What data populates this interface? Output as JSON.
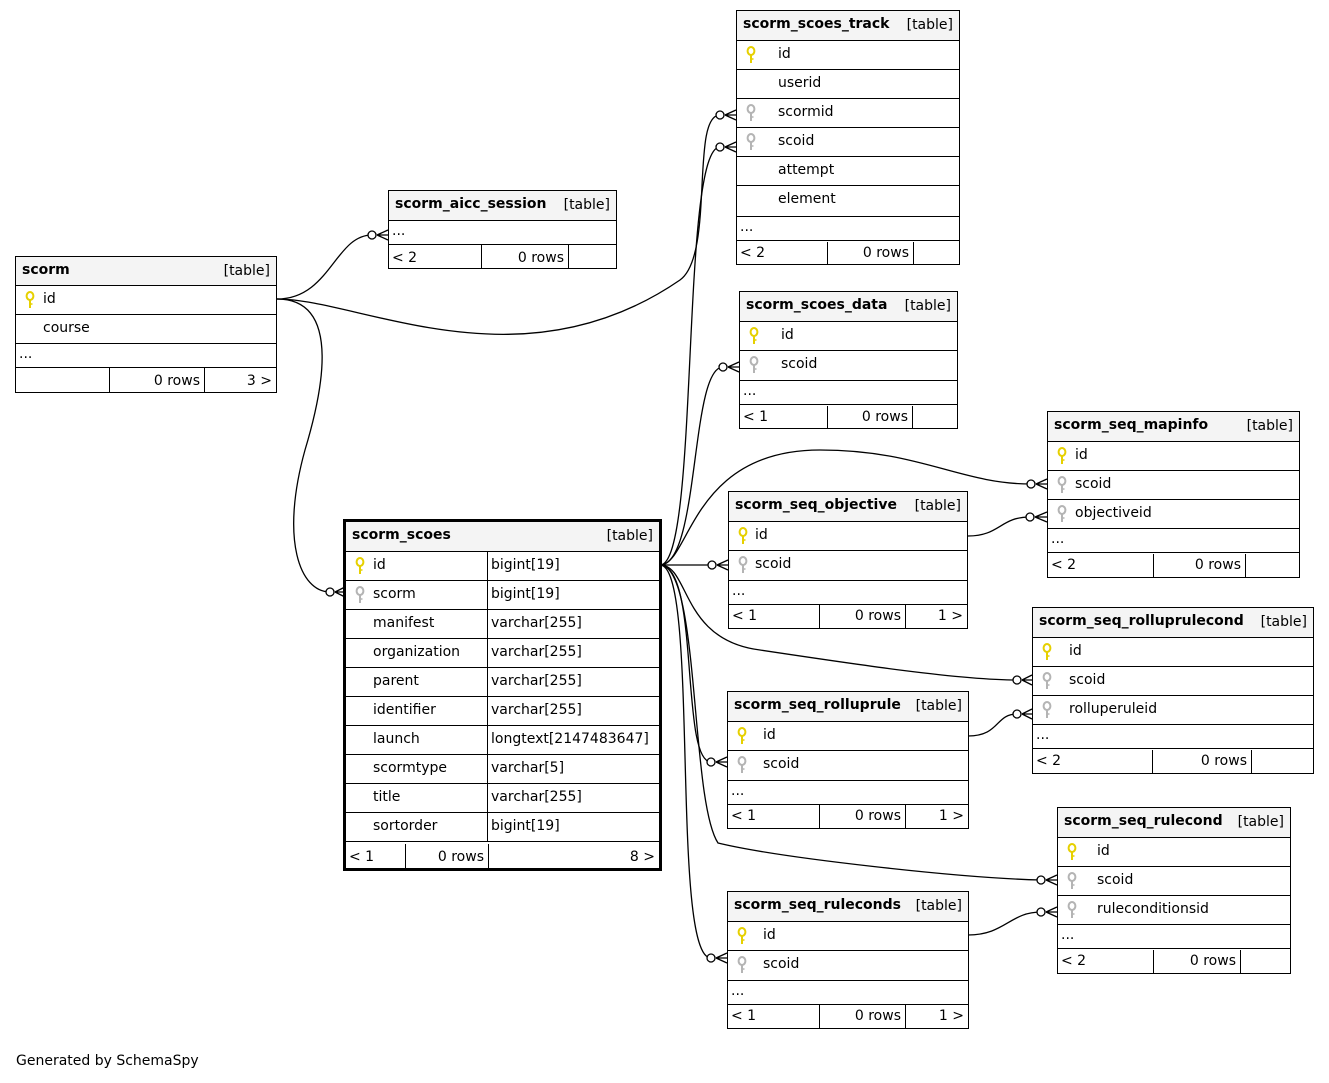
{
  "colors": {
    "primary_key": "#e6d000",
    "foreign_key": "#b4b4b4",
    "header_bg": "#f4f4f4",
    "line": "#000000"
  },
  "footer": "Generated by SchemaSpy",
  "tables": {
    "scorm": {
      "name": "scorm",
      "tag": "[table]",
      "columns": [
        {
          "name": "id",
          "key": "pk"
        },
        {
          "name": "course",
          "key": ""
        }
      ],
      "more": "...",
      "footer": [
        "",
        "0 rows",
        "3 >"
      ]
    },
    "scorm_aicc_session": {
      "name": "scorm_aicc_session",
      "tag": "[table]",
      "columns": [],
      "more": "...",
      "footer": [
        "< 2",
        "0 rows",
        ""
      ]
    },
    "scorm_scoes_track": {
      "name": "scorm_scoes_track",
      "tag": "[table]",
      "columns": [
        {
          "name": "id",
          "key": "pk"
        },
        {
          "name": "userid",
          "key": ""
        },
        {
          "name": "scormid",
          "key": "fk"
        },
        {
          "name": "scoid",
          "key": "fk"
        },
        {
          "name": "attempt",
          "key": ""
        },
        {
          "name": "element",
          "key": ""
        }
      ],
      "more": "...",
      "footer": [
        "< 2",
        "0 rows",
        ""
      ]
    },
    "scorm_scoes_data": {
      "name": "scorm_scoes_data",
      "tag": "[table]",
      "columns": [
        {
          "name": "id",
          "key": "pk"
        },
        {
          "name": "scoid",
          "key": "fk"
        }
      ],
      "more": "...",
      "footer": [
        "< 1",
        "0 rows",
        ""
      ]
    },
    "scorm_scoes": {
      "name": "scorm_scoes",
      "tag": "[table]",
      "columns": [
        {
          "name": "id",
          "key": "pk",
          "type": "bigint[19]"
        },
        {
          "name": "scorm",
          "key": "fk",
          "type": "bigint[19]"
        },
        {
          "name": "manifest",
          "key": "",
          "type": "varchar[255]"
        },
        {
          "name": "organization",
          "key": "",
          "type": "varchar[255]"
        },
        {
          "name": "parent",
          "key": "",
          "type": "varchar[255]"
        },
        {
          "name": "identifier",
          "key": "",
          "type": "varchar[255]"
        },
        {
          "name": "launch",
          "key": "",
          "type": "longtext[2147483647]"
        },
        {
          "name": "scormtype",
          "key": "",
          "type": "varchar[5]"
        },
        {
          "name": "title",
          "key": "",
          "type": "varchar[255]"
        },
        {
          "name": "sortorder",
          "key": "",
          "type": "bigint[19]"
        }
      ],
      "footer": [
        "< 1",
        "0 rows",
        "8 >"
      ]
    },
    "scorm_seq_mapinfo": {
      "name": "scorm_seq_mapinfo",
      "tag": "[table]",
      "columns": [
        {
          "name": "id",
          "key": "pk"
        },
        {
          "name": "scoid",
          "key": "fk"
        },
        {
          "name": "objectiveid",
          "key": "fk"
        }
      ],
      "more": "...",
      "footer": [
        "< 2",
        "0 rows",
        ""
      ]
    },
    "scorm_seq_objective": {
      "name": "scorm_seq_objective",
      "tag": "[table]",
      "columns": [
        {
          "name": "id",
          "key": "pk"
        },
        {
          "name": "scoid",
          "key": "fk"
        }
      ],
      "more": "...",
      "footer": [
        "< 1",
        "0 rows",
        "1 >"
      ]
    },
    "scorm_seq_rolluprulecond": {
      "name": "scorm_seq_rolluprulecond",
      "tag": "[table]",
      "columns": [
        {
          "name": "id",
          "key": "pk"
        },
        {
          "name": "scoid",
          "key": "fk"
        },
        {
          "name": "rolluperuleid",
          "key": "fk"
        }
      ],
      "more": "...",
      "footer": [
        "< 2",
        "0 rows",
        ""
      ]
    },
    "scorm_seq_rolluprule": {
      "name": "scorm_seq_rolluprule",
      "tag": "[table]",
      "columns": [
        {
          "name": "id",
          "key": "pk"
        },
        {
          "name": "scoid",
          "key": "fk"
        }
      ],
      "more": "...",
      "footer": [
        "< 1",
        "0 rows",
        "1 >"
      ]
    },
    "scorm_seq_rulecond": {
      "name": "scorm_seq_rulecond",
      "tag": "[table]",
      "columns": [
        {
          "name": "id",
          "key": "pk"
        },
        {
          "name": "scoid",
          "key": "fk"
        },
        {
          "name": "ruleconditionsid",
          "key": "fk"
        }
      ],
      "more": "...",
      "footer": [
        "< 2",
        "0 rows",
        ""
      ]
    },
    "scorm_seq_ruleconds": {
      "name": "scorm_seq_ruleconds",
      "tag": "[table]",
      "columns": [
        {
          "name": "id",
          "key": "pk"
        },
        {
          "name": "scoid",
          "key": "fk"
        }
      ],
      "more": "...",
      "footer": [
        "< 1",
        "0 rows",
        "1 >"
      ]
    }
  }
}
